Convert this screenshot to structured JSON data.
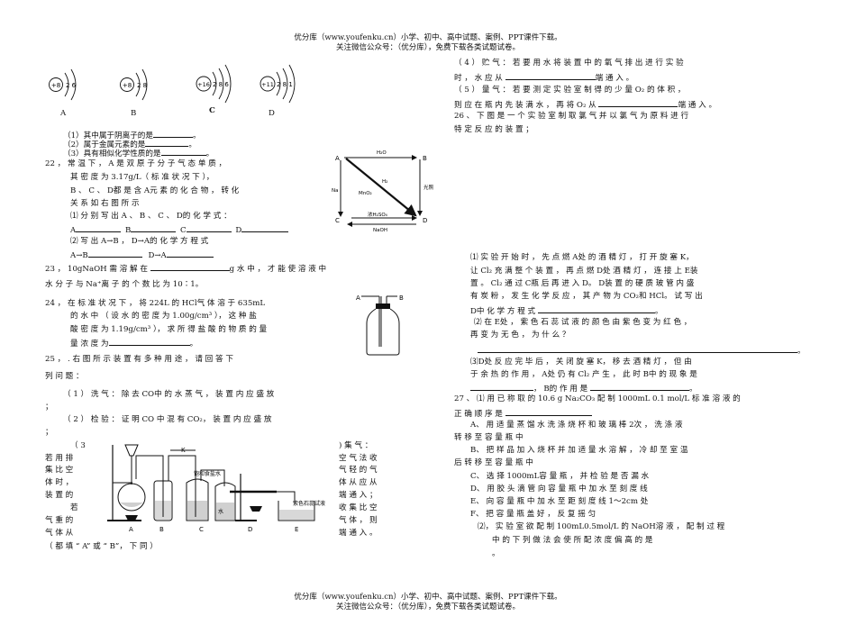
{
  "header": {
    "line1": "优分库（www.youfenku.cn）小学、初中、高中试题、案例、PPT课件下载。",
    "line2": "关注微信公众号：（优分库），免费下载各类试题试卷。"
  },
  "footer": {
    "line1": "优分库（www.youfenku.cn）小学、初中、高中试题、案例、PPT课件下载。",
    "line2": "关注微信公众号：（优分库），免费下载各类试题试卷。"
  },
  "atoms": [
    {
      "nucleus": "+8",
      "electrons": "2 6",
      "label": "A"
    },
    {
      "nucleus": "+8",
      "electrons": "2 8",
      "label": "B"
    },
    {
      "nucleus": "+16",
      "electrons": "2 8 6",
      "label": "C"
    },
    {
      "nucleus": "+11",
      "electrons": "2 8 1",
      "label": "D"
    }
  ],
  "q21": {
    "s1": "（1）其中属于阴离子的是",
    "s2": "（2）属于金属元素的是",
    "s3": "（3）具有相似化学性质的是"
  },
  "q22": {
    "l1": "22 ， 常 温 下 ， A 是 双 原 子 分 子 气 态 单 质 ，",
    "l2": "其 密 度 为 3.17g/L（ 标 准 状 况 下 ），",
    "l3": "B 、 C 、 D都 是 含 A元 素 的 化 合 物 ， 转 化",
    "l4": "关 系 如 右 图 所 示",
    "l5": "⑴ 分 别 写 出 A 、 B 、 C 、 D的 化 学 式 ：",
    "A": "A",
    "B": "B",
    "C": "C",
    "D": "D",
    "l7": "⑵ 写 出 A→B ， D→A的 化 学 方 程 式",
    "ab": "A→B",
    "da": "D→A"
  },
  "diagram22": {
    "h2o": "H₂O",
    "h2": "H₂",
    "na": "Na",
    "mno2": "MnO₂",
    "light": "光照",
    "h2so4": "浓H₂SO₄",
    "naoh": "NaOH",
    "A": "A",
    "B": "B",
    "C": "C",
    "D": "D"
  },
  "q23": {
    "l1a": "23 ， 10gNaOH 需 溶 解 在",
    "l1b": "g 水 中 ， 才 能 使 溶 液 中",
    "l2": "水 分 子 与 Na⁺离 子 的 个 数 比 为 10∶1。"
  },
  "q24": {
    "l1": "24 ， 在 标 准 状 况 下 ， 将 224L 的 HCl气 体 溶 于 635mL",
    "l2": "的 水 中 （ 设 水 的 密 度 为 1.00g/cm³ ）， 这 种 盐",
    "l3": "酸 密 度 为 1.19g/cm³ ）， 求 所 得 盐 酸 的 物 质 的 量",
    "l4": "量 浓 度 为"
  },
  "bottle": {
    "A": "A",
    "B": "B"
  },
  "q25": {
    "l1": "25 ， . 右 图 所 示 装 置 有 多 种 用 途 ， 请 回 答 下",
    "l2": "列 问 题 ：",
    "l3": "（ 1 ） 洗 气 ： 除 去 CO中 的 水 蒸 气 ， 装 置 内 应 盛 放",
    "l4": "；",
    "l5": "（ 2 ） 检 验 ： 证 明 CO 中 混 有 CO₂， 装 置 内 应 盛 放",
    "l6": "；",
    "left": [
      "（ 3",
      "若 用 排",
      "集 比 空",
      "体 时 ，",
      "装 置 的",
      "若",
      "气 重 的",
      "气 体 从"
    ],
    "right": [
      ") 集 气 ：",
      "空 气 法 收",
      "气 轻 的 气",
      "体 从 应 从",
      "端 通 入 ；",
      "收 集 比 空",
      "气 体 ， 则",
      "端 通 入 。"
    ],
    "note": "（ 都 填 “ A” 或 “ B”， 下 同 ）",
    "r4a": "（ 4 ） 贮 气 ： 若 要 用 水 将 装 置 中 的 氧 气 排 出 进 行 实 验",
    "r4b": "时 ， 水 应 从",
    "r4c": "端 通 入 。",
    "r5a": "（ 5 ） 量 气 ： 若 要 测 定 实 验 室 制 得 的 少 量 O₂ 的 体 积 ，",
    "r5b": "则 应 在 瓶 内 先 装 满 水 ， 再 将 O₂ 从",
    "r5c": "端 通 入 。"
  },
  "apparatus": {
    "k": "K",
    "salt": "饱和食盐水",
    "water": "水",
    "litmus": "紫色石蕊试液",
    "labels": [
      "A",
      "B",
      "C",
      "D",
      "E"
    ]
  },
  "q26": {
    "l1": "26 、 下 图 是 一 个 实 验 室 制 取 氯 气 并 以 氯 气 为 原 料 进 行",
    "l2": "特 定 反 应 的 装 置 ；",
    "p1": "⑴ 实 验 开 始 时 ， 先 点 燃 A处 的 酒 精 灯 ， 打 开 旋 塞 K，",
    "p2": "让 Cl₂ 充 满 整 个 装 置 ， 再 点 燃 D处 酒 精 灯 ， 连 接 上 E装",
    "p3": "置 。 Cl₂ 通 过 C瓶 后 再 进 入 D。 D装 置 的 硬 质 玻 管 内 盛",
    "p4": "有 炭 粉 ， 发 生 化 学 反 应 ， 其 产 物 为 CO₂和 HCl。 试 写 出",
    "p5": "D中 化 学 方 程 式",
    "p6": "⑵ 在 E处 ， 紫 色 石 蕊 试 液 的 颜 色 由 紫 色 变 为 红 色 ，",
    "p7": "再 变 为 无 色 ， 为 什 么 ？",
    "p8": "⑶D处 反 应 完 毕 后 ， 关 闭 旋 塞 K， 移 去 酒 精 灯 ， 但 由",
    "p9": "于 余 热 的 作 用 ， A处 仍 有 Cl₂ 产 生 ， 此 时 B中 的 现 象 是",
    "p10": "， B的 作 用 是"
  },
  "q27": {
    "l1": "27 、 ⑴ 用 已 称 取 的 10.6 g Na₂CO₃ 配 制 1000mL 0.1 mol/L 标 准 溶 液 的",
    "l2": "正 确 顺 序 是",
    "a1": "A、 用 适 量 蒸 馏 水 洗 涤 烧 杯 和 玻 璃 棒 2次 ， 洗 涤 液",
    "a2": "转 移 至 容 量 瓶 中",
    "b1": "B、 把 样 品 加 入 烧 杯 并 加 适 量 水 溶 解 ， 冷 却 至 室 温",
    "b2": "后 转 移 至 容 量 瓶 中",
    "c": "C、 选 择 1000mL容 量 瓶 ， 并 检 验 是 否 漏 水",
    "d": "D、 用 胶 头 滴 管 向 容 量 瓶 中 加 水 至 刻 度 线",
    "e": "E、 向 容 量 瓶 中 加 水 至 距 刻 度 线 1～2cm 处",
    "f": "F、 把 容 量 瓶 盖 好 ， 反 复 摇 匀",
    "p1": "⑵， 实 验 室 欲 配 制 100mL0.5mol/L 的 NaOH溶 液 ， 配 制 过 程",
    "p2": "中 的 下 列 做 法 会 使 所 配 浓 度 偏 高 的 是",
    "p3": "。"
  }
}
